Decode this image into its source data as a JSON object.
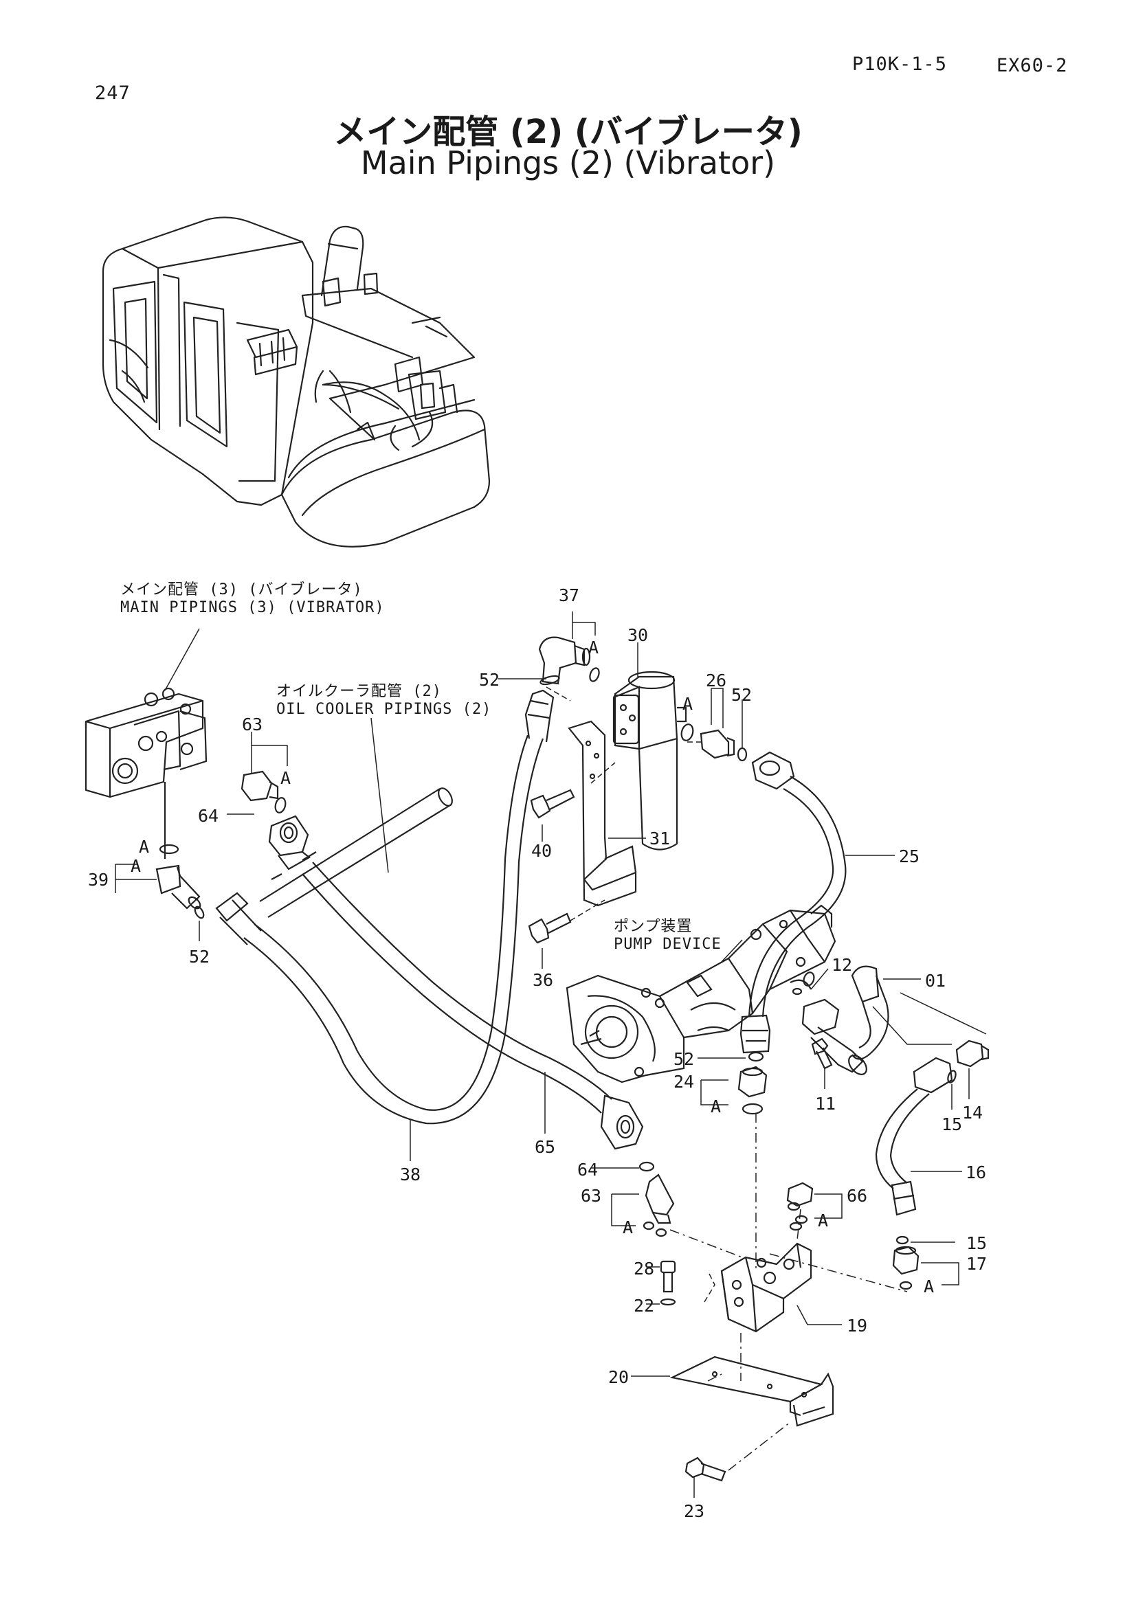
{
  "header": {
    "page_number": "247",
    "section_code": "P10K-1-5",
    "model": "EX60-2",
    "title_jp": "メイン配管 (2) (バイブレータ)",
    "title_en": "Main Pipings (2) (Vibrator)"
  },
  "references": {
    "main_pipings_3_jp": "メイン配管 (3) (バイブレータ)",
    "main_pipings_3_en": "MAIN PIPINGS (3) (VIBRATOR)",
    "oil_cooler_jp": "オイルクーラ配管 (2)",
    "oil_cooler_en": "OIL COOLER PIPINGS (2)",
    "pump_device_jp": "ポンプ装置",
    "pump_device_en": "PUMP DEVICE"
  },
  "callouts": {
    "n37": "37",
    "n30": "30",
    "n52a": "52",
    "n26": "26",
    "n52b": "52",
    "n63a": "63",
    "n64a": "64",
    "n40": "40",
    "n31": "31",
    "n25": "25",
    "n39": "39",
    "n52c": "52",
    "n36": "36",
    "n12": "12",
    "n01": "01",
    "n52d": "52",
    "n24": "24",
    "n11": "11",
    "n15a": "15",
    "n14": "14",
    "n38": "38",
    "n65": "65",
    "n64b": "64",
    "n63b": "63",
    "n66": "66",
    "n16": "16",
    "n15b": "15",
    "n17": "17",
    "n28": "28",
    "n22": "22",
    "n19": "19",
    "n20": "20",
    "n23": "23"
  },
  "letters": {
    "a1": "A",
    "a2": "A",
    "a3": "A",
    "a4": "A",
    "a5": "A",
    "a6": "A",
    "a7": "A",
    "a8": "A",
    "a9": "A"
  }
}
